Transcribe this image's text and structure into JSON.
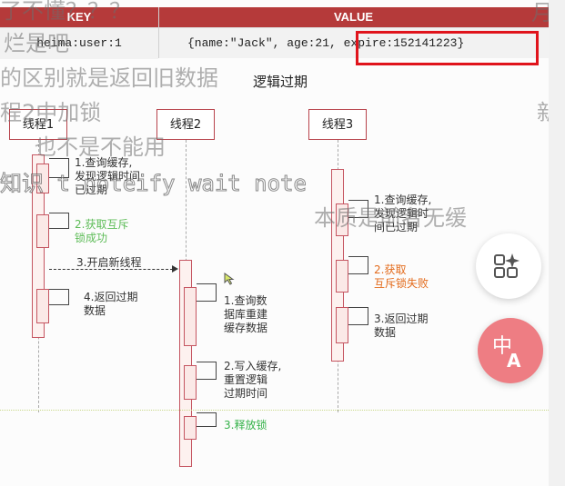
{
  "table": {
    "headers": [
      "KEY",
      "VALUE"
    ],
    "key": "heima:user:1",
    "value": "{name:\"Jack\", age:21, expire:152141223}"
  },
  "diagram": {
    "title": "逻辑过期",
    "threads": [
      "线程1",
      "线程2",
      "线程3"
    ],
    "thread1_notes": [
      "1.查询缓存,\n发现逻辑时间\n已过期",
      "2.获取互斥\n锁成功",
      "3.开启新线程",
      "4.返回过期\n数据"
    ],
    "thread2_notes": [
      "1.查询数\n据库重建\n缓存数据",
      "2.写入缓存,\n重置逻辑\n过期时间",
      "3.释放锁"
    ],
    "thread3_notes": [
      "1.查询缓存,\n发现逻辑时\n间已过期",
      "2.获取\n互斥锁失败",
      "3.返回过期\n数据"
    ]
  },
  "overlay": {
    "lines": [
      "了不懂？？？",
      "烂是吧",
      "的区别就是返回旧数据",
      "程2中加锁",
      "也不是不能用",
      "知识 t noteify  wait  note",
      "本质是前者无缓",
      "月",
      "新"
    ]
  },
  "colors": {
    "header": "#b53a3a",
    "highlight": "#e0141c",
    "green": "#5ebc58",
    "orange": "#e36b1c"
  },
  "icons": [
    "ai-tools-icon",
    "translate-icon"
  ]
}
